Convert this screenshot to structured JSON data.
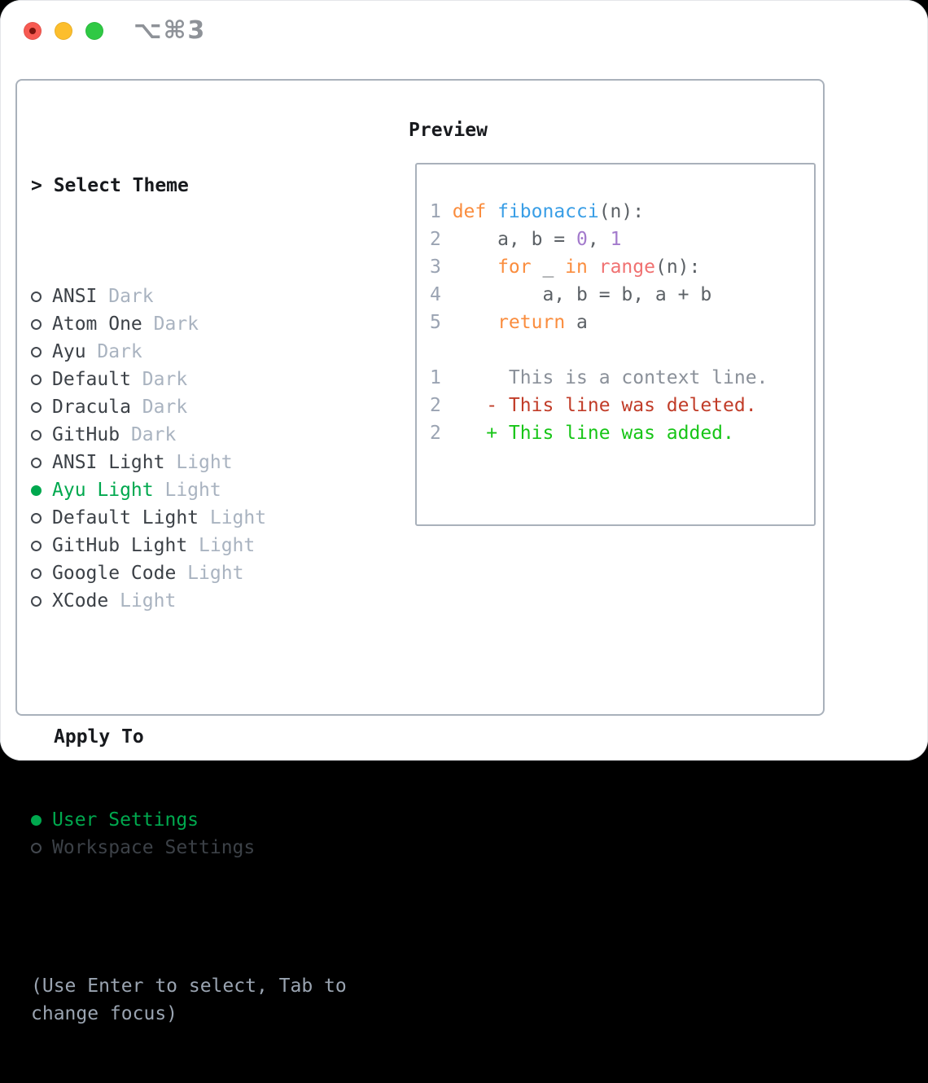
{
  "titlebar": {
    "shortcut": "⌥⌘3"
  },
  "colors": {
    "accent_green": "#00a84e",
    "keyword": "#fa8d3e",
    "entity": "#399ee6",
    "constant": "#a37acc",
    "func": "#f07171",
    "fg": "#5c6166",
    "line_number": "#9aa3b2",
    "context": "#8a9099",
    "deleted": "#c13c28",
    "added": "#17c517",
    "muted": "#a9b3c0",
    "border": "#a9b1bb",
    "item": "#3c4147",
    "heading": "#17191d",
    "hint": "#9aa4b1",
    "titlebar_text": "#8e9298",
    "traffic_red": "#f75a52",
    "traffic_yellow": "#fcbe2c",
    "traffic_green": "#2fc944"
  },
  "theme_picker": {
    "prompt": "> ",
    "title": "Select Theme",
    "items": [
      {
        "name": "ANSI",
        "badge": "Dark",
        "selected": false
      },
      {
        "name": "Atom One",
        "badge": "Dark",
        "selected": false
      },
      {
        "name": "Ayu",
        "badge": "Dark",
        "selected": false
      },
      {
        "name": "Default",
        "badge": "Dark",
        "selected": false
      },
      {
        "name": "Dracula",
        "badge": "Dark",
        "selected": false
      },
      {
        "name": "GitHub",
        "badge": "Dark",
        "selected": false
      },
      {
        "name": "ANSI Light",
        "badge": "Light",
        "selected": false
      },
      {
        "name": "Ayu Light",
        "badge": "Light",
        "selected": true
      },
      {
        "name": "Default Light",
        "badge": "Light",
        "selected": false
      },
      {
        "name": "GitHub Light",
        "badge": "Light",
        "selected": false
      },
      {
        "name": "Google Code",
        "badge": "Light",
        "selected": false
      },
      {
        "name": "XCode",
        "badge": "Light",
        "selected": false
      }
    ]
  },
  "apply_to": {
    "title": "Apply To",
    "options": [
      {
        "label": "User Settings",
        "selected": true
      },
      {
        "label": "Workspace Settings",
        "selected": false
      }
    ]
  },
  "hint": "(Use Enter to select, Tab to change focus)",
  "preview": {
    "title": "Preview",
    "code_lines": [
      {
        "num": "1",
        "segments": [
          {
            "text": "def ",
            "color": "keyword"
          },
          {
            "text": "fibonacci",
            "color": "entity"
          },
          {
            "text": "(n):",
            "color": "fg"
          }
        ]
      },
      {
        "num": "2",
        "segments": [
          {
            "text": "    a, b = ",
            "color": "fg"
          },
          {
            "text": "0",
            "color": "constant"
          },
          {
            "text": ", ",
            "color": "fg"
          },
          {
            "text": "1",
            "color": "constant"
          }
        ]
      },
      {
        "num": "3",
        "segments": [
          {
            "text": "    ",
            "color": "fg"
          },
          {
            "text": "for",
            "color": "keyword"
          },
          {
            "text": " _ ",
            "color": "fg"
          },
          {
            "text": "in",
            "color": "keyword"
          },
          {
            "text": " ",
            "color": "fg"
          },
          {
            "text": "range",
            "color": "func"
          },
          {
            "text": "(n):",
            "color": "fg"
          }
        ]
      },
      {
        "num": "4",
        "segments": [
          {
            "text": "        a, b = b, a + b",
            "color": "fg"
          }
        ]
      },
      {
        "num": "5",
        "segments": [
          {
            "text": "    ",
            "color": "fg"
          },
          {
            "text": "return",
            "color": "keyword"
          },
          {
            "text": " a",
            "color": "fg"
          }
        ]
      },
      {
        "num": "",
        "segments": []
      },
      {
        "num": "1",
        "segments": [
          {
            "text": "     This is a context line.",
            "color": "context"
          }
        ]
      },
      {
        "num": "2",
        "segments": [
          {
            "text": "   - This line was deleted.",
            "color": "deleted"
          }
        ]
      },
      {
        "num": "2",
        "segments": [
          {
            "text": "   + This line was added.",
            "color": "added"
          }
        ]
      }
    ]
  }
}
